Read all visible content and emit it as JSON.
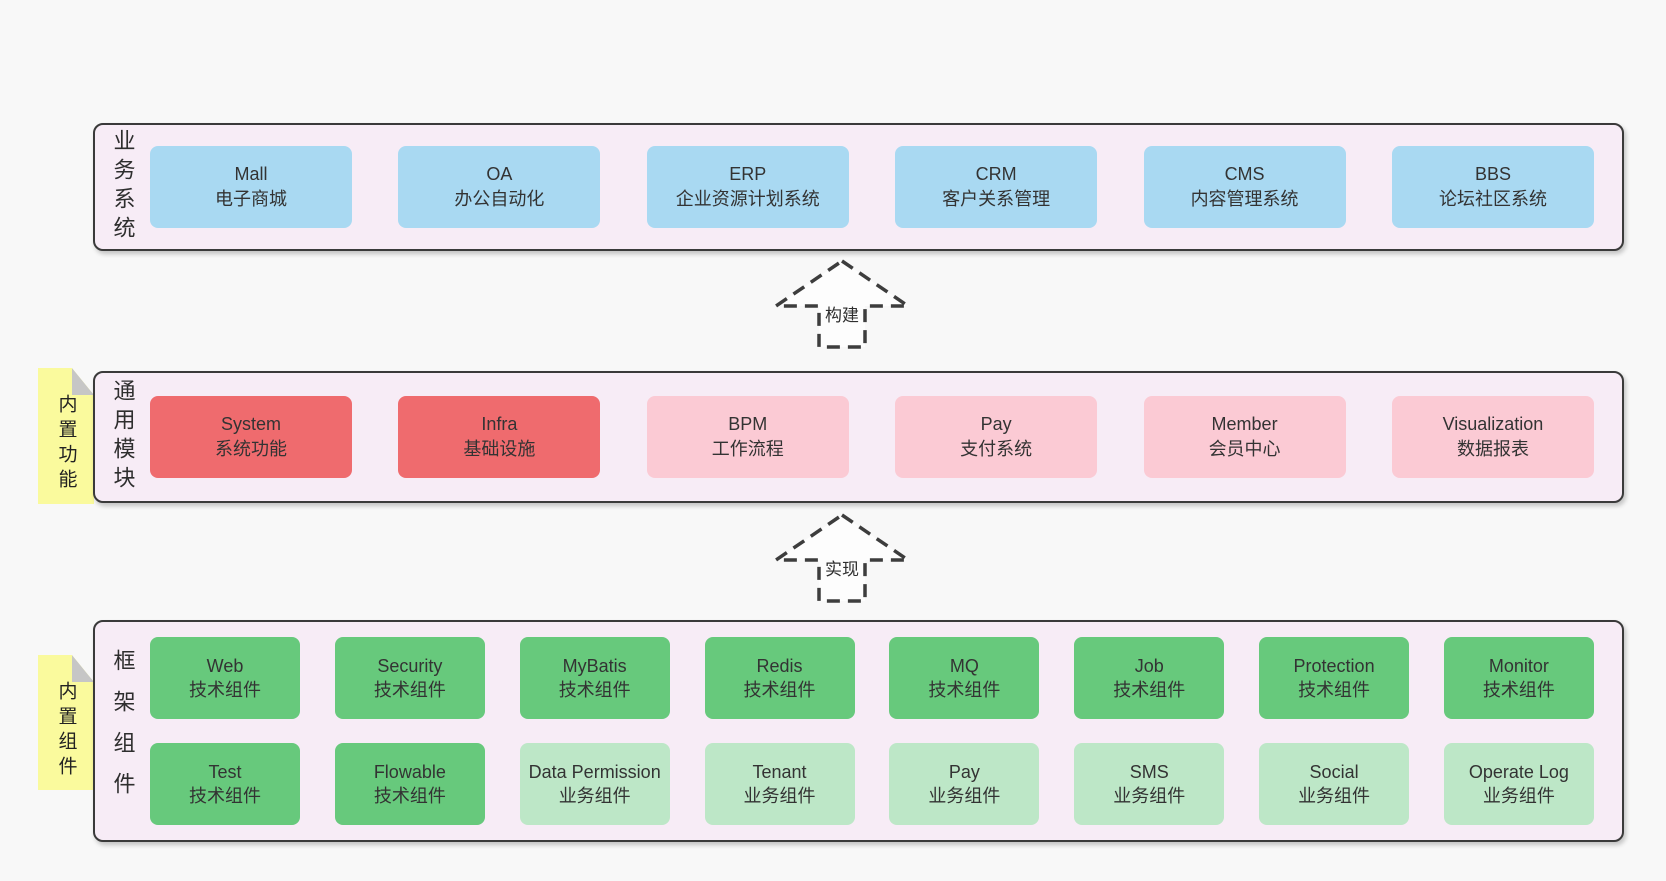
{
  "palette": {
    "page_bg": "#f8f8f8",
    "band_bg": "#f7ecf6",
    "band_border": "#3a3a3a",
    "blue_box": "#a9d9f2",
    "red_box": "#ef6b6e",
    "pink_box": "#fbcad4",
    "green_dark_box": "#67c97c",
    "green_light_box": "#bde7c7",
    "sticky_yellow": "#fafa9d",
    "sticky_fold_gray": "#c6c6c6",
    "text": "#333333"
  },
  "arrows": [
    {
      "label": "构建"
    },
    {
      "label": "实现"
    }
  ],
  "bands": [
    {
      "label": "业务系统",
      "boxes": [
        {
          "title": "Mall",
          "subtitle": "电子商城"
        },
        {
          "title": "OA",
          "subtitle": "办公自动化"
        },
        {
          "title": "ERP",
          "subtitle": "企业资源计划系统"
        },
        {
          "title": "CRM",
          "subtitle": "客户关系管理"
        },
        {
          "title": "CMS",
          "subtitle": "内容管理系统"
        },
        {
          "title": "BBS",
          "subtitle": "论坛社区系统"
        }
      ]
    },
    {
      "label": "通用模块",
      "sticky": "内置功能",
      "boxes": [
        {
          "title": "System",
          "subtitle": "系统功能"
        },
        {
          "title": "Infra",
          "subtitle": "基础设施"
        },
        {
          "title": "BPM",
          "subtitle": "工作流程"
        },
        {
          "title": "Pay",
          "subtitle": "支付系统"
        },
        {
          "title": "Member",
          "subtitle": "会员中心"
        },
        {
          "title": "Visualization",
          "subtitle": "数据报表"
        }
      ]
    },
    {
      "label": "框架组件",
      "sticky": "内置组件",
      "rows": [
        [
          {
            "title": "Web",
            "subtitle": "技术组件"
          },
          {
            "title": "Security",
            "subtitle": "技术组件"
          },
          {
            "title": "MyBatis",
            "subtitle": "技术组件"
          },
          {
            "title": "Redis",
            "subtitle": "技术组件"
          },
          {
            "title": "MQ",
            "subtitle": "技术组件"
          },
          {
            "title": "Job",
            "subtitle": "技术组件"
          },
          {
            "title": "Protection",
            "subtitle": "技术组件"
          },
          {
            "title": "Monitor",
            "subtitle": "技术组件"
          }
        ],
        [
          {
            "title": "Test",
            "subtitle": "技术组件"
          },
          {
            "title": "Flowable",
            "subtitle": "技术组件"
          },
          {
            "title": "Data Permission",
            "subtitle": "业务组件"
          },
          {
            "title": "Tenant",
            "subtitle": "业务组件"
          },
          {
            "title": "Pay",
            "subtitle": "业务组件"
          },
          {
            "title": "SMS",
            "subtitle": "业务组件"
          },
          {
            "title": "Social",
            "subtitle": "业务组件"
          },
          {
            "title": "Operate Log",
            "subtitle": "业务组件"
          }
        ]
      ]
    }
  ]
}
